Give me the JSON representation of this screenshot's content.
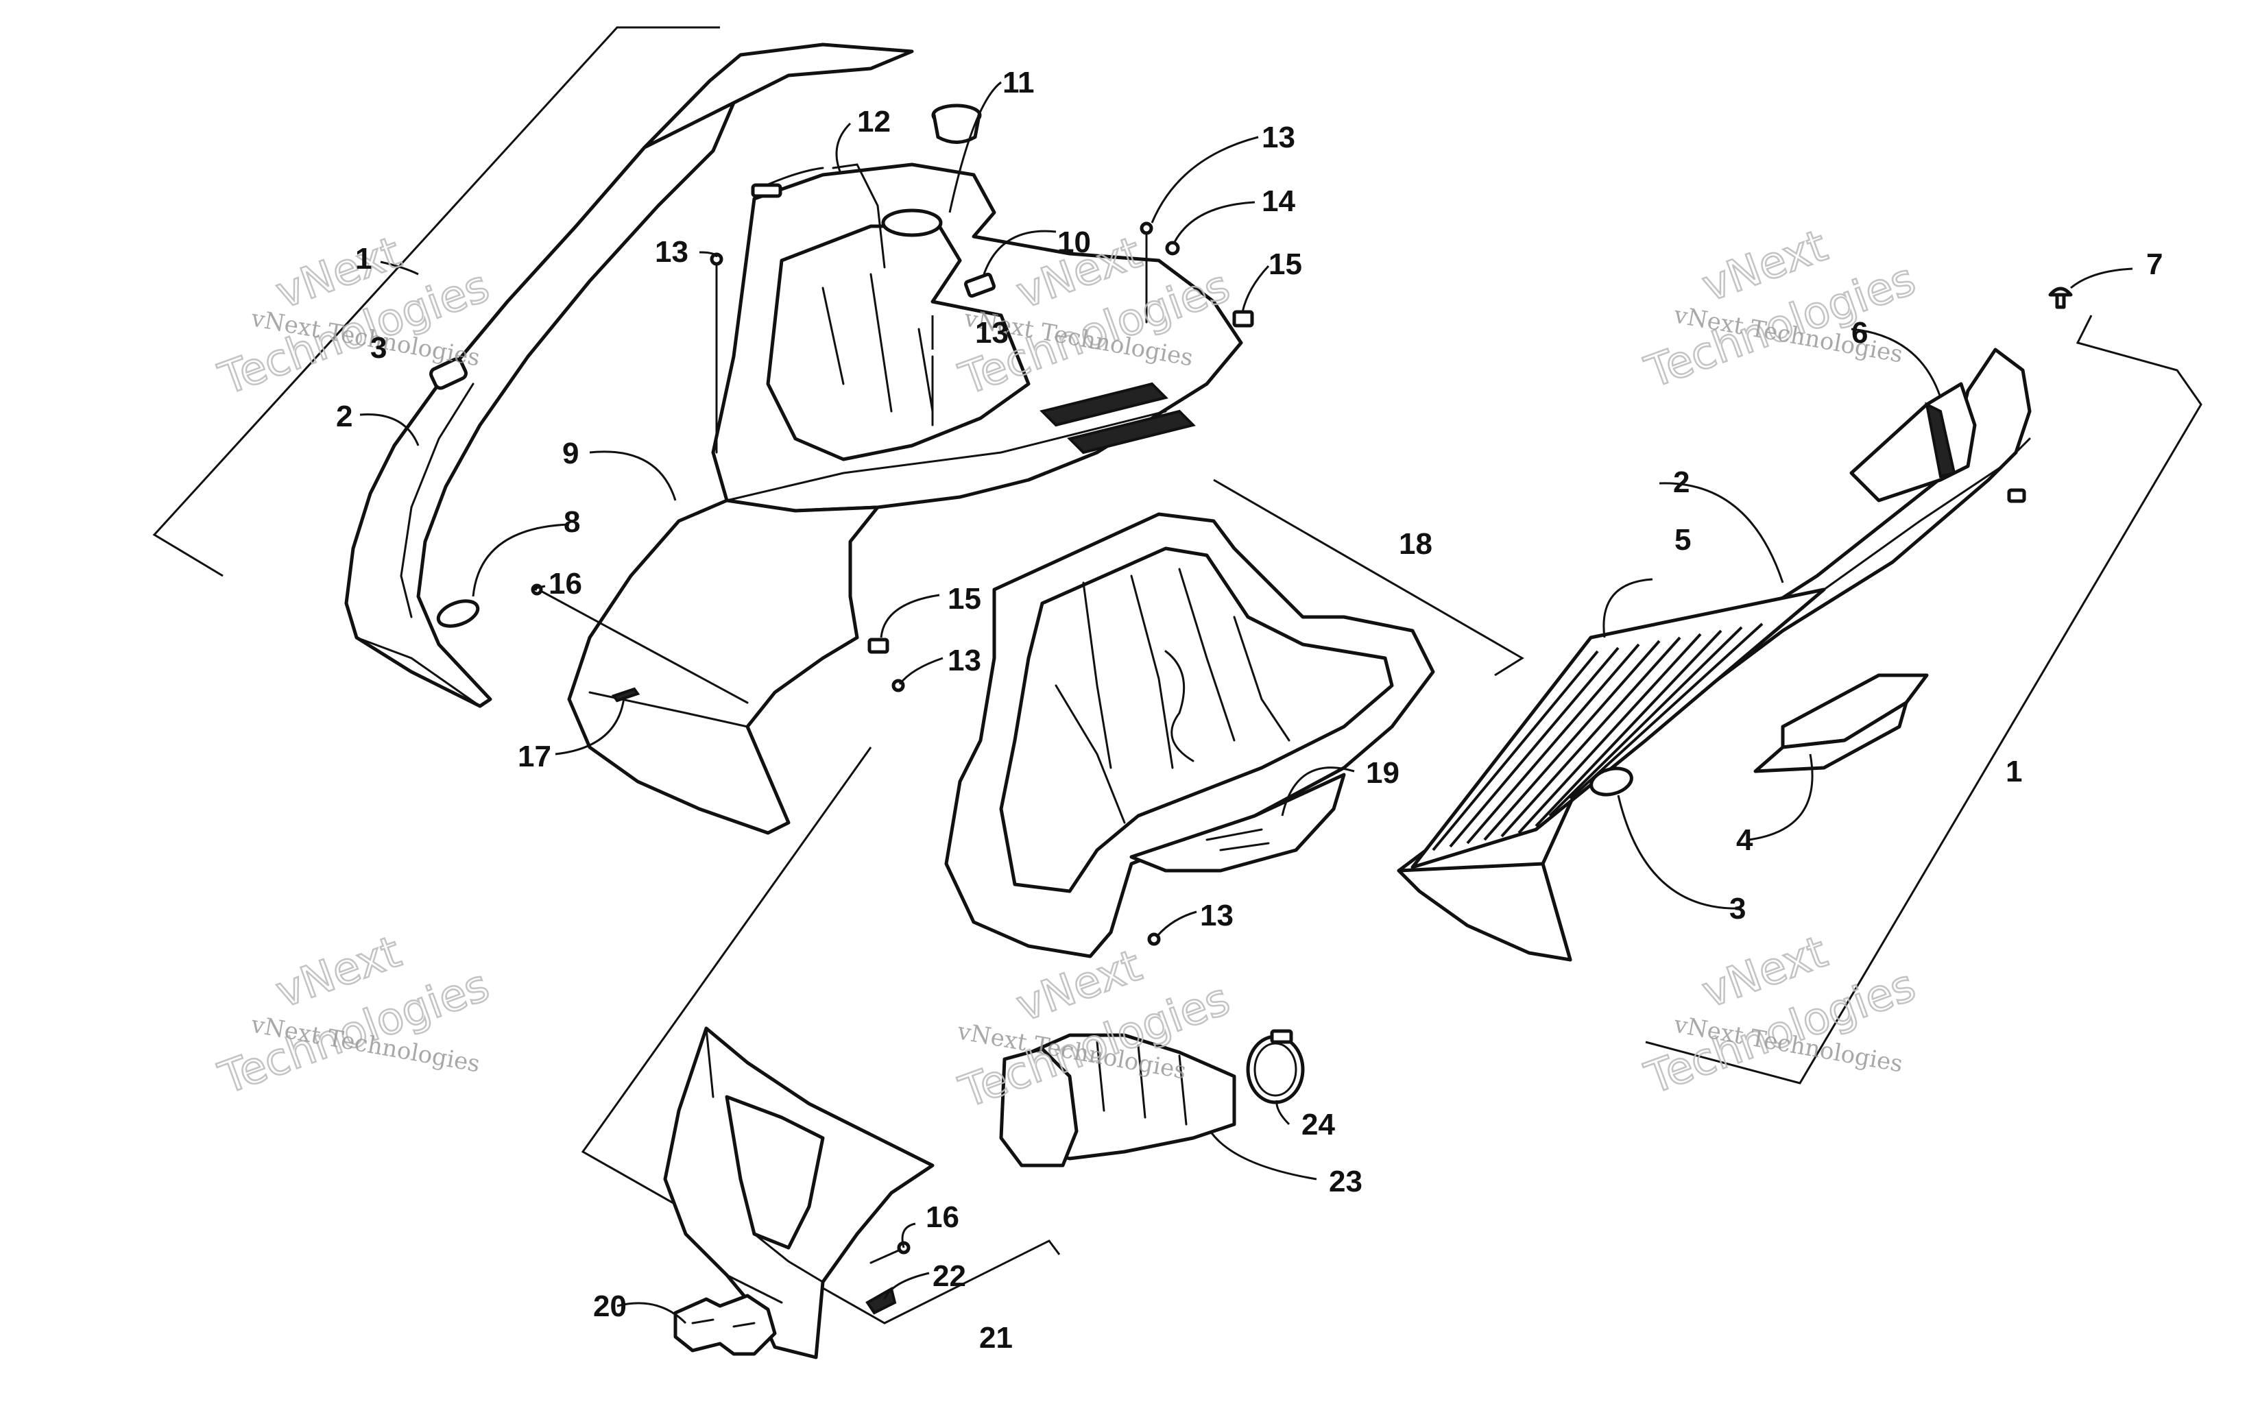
{
  "watermark": {
    "brand": "vNext",
    "company": "Technologies",
    "full": "vNext Technologies"
  },
  "callouts": [
    {
      "id": "c1a",
      "text": "1"
    },
    {
      "id": "c2a",
      "text": "2"
    },
    {
      "id": "c3a",
      "text": "3"
    },
    {
      "id": "c8",
      "text": "8"
    },
    {
      "id": "c9",
      "text": "9"
    },
    {
      "id": "c10",
      "text": "10"
    },
    {
      "id": "c11",
      "text": "11"
    },
    {
      "id": "c12",
      "text": "12"
    },
    {
      "id": "c13a",
      "text": "13"
    },
    {
      "id": "c13b",
      "text": "13"
    },
    {
      "id": "c13c",
      "text": "13"
    },
    {
      "id": "c13d",
      "text": "13"
    },
    {
      "id": "c13e",
      "text": "13"
    },
    {
      "id": "c14",
      "text": "14"
    },
    {
      "id": "c15a",
      "text": "15"
    },
    {
      "id": "c15b",
      "text": "15"
    },
    {
      "id": "c16a",
      "text": "16"
    },
    {
      "id": "c16b",
      "text": "16"
    },
    {
      "id": "c17",
      "text": "17"
    },
    {
      "id": "c18",
      "text": "18"
    },
    {
      "id": "c19",
      "text": "19"
    },
    {
      "id": "c20",
      "text": "20"
    },
    {
      "id": "c21",
      "text": "21"
    },
    {
      "id": "c22",
      "text": "22"
    },
    {
      "id": "c23",
      "text": "23"
    },
    {
      "id": "c24",
      "text": "24"
    },
    {
      "id": "c1b",
      "text": "1"
    },
    {
      "id": "c2b",
      "text": "2"
    },
    {
      "id": "c3b",
      "text": "3"
    },
    {
      "id": "c4",
      "text": "4"
    },
    {
      "id": "c5",
      "text": "5"
    },
    {
      "id": "c6",
      "text": "6"
    },
    {
      "id": "c7",
      "text": "7"
    }
  ]
}
